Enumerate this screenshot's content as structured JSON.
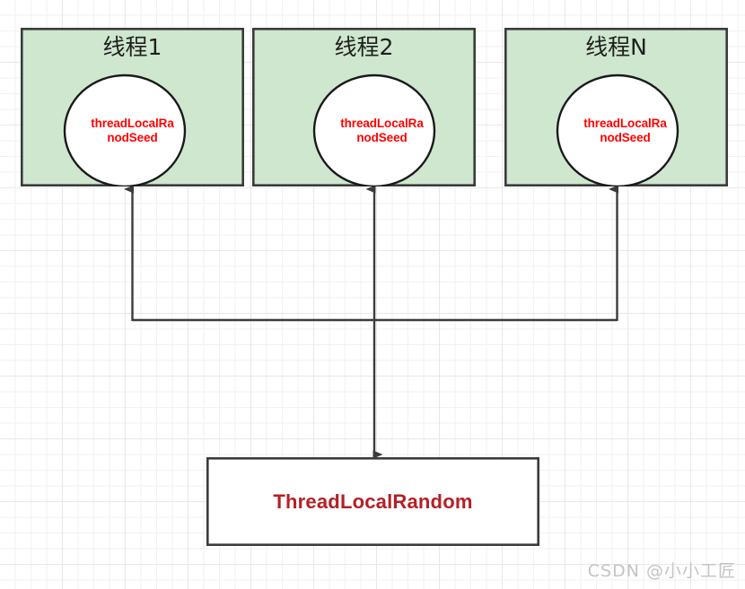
{
  "diagram": {
    "title_hidden": "ThreadLocalRandom thread seed diagram",
    "colors": {
      "thread_box_fill": "#cee7ce",
      "thread_box_stroke": "#3b3b3b",
      "circle_fill": "#ffffff",
      "circle_stroke": "#1a1a1a",
      "seed_text": "#ff0000",
      "bottom_box_fill": "#ffffff",
      "bottom_box_stroke": "#3b3b3b",
      "bottom_text": "#b32025",
      "connector": "#3b3b3b",
      "grid_minor": "#f2f2f2",
      "grid_major": "#e8e8e8",
      "watermark": "#c4c4c4"
    },
    "threads": [
      {
        "title": "线程1",
        "seed_line1": "threadLocalRa",
        "seed_line2": "nodSeed"
      },
      {
        "title": "线程2",
        "seed_line1": "threadLocalRa",
        "seed_line2": "nodSeed"
      },
      {
        "title": "线程N",
        "seed_line1": "threadLocalRa",
        "seed_line2": "nodSeed"
      }
    ],
    "bottom_node": {
      "label": "ThreadLocalRandom"
    },
    "watermark": "CSDN @小小工匠"
  }
}
